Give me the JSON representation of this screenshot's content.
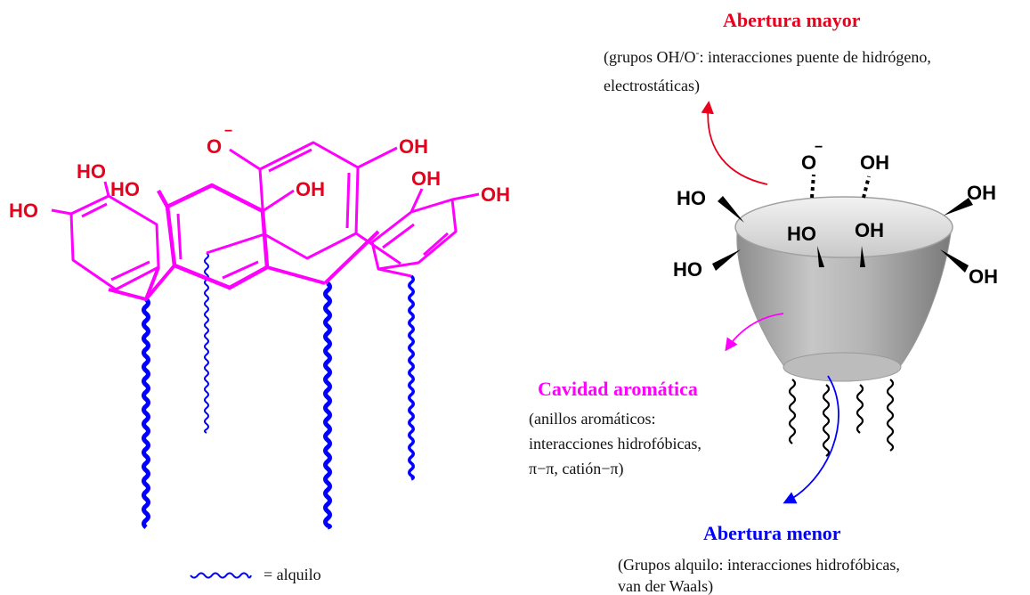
{
  "colors": {
    "magenta": "#ff00ff",
    "red": "#e8001c",
    "blue": "#0000ff",
    "black": "#000000",
    "cup": "#a9a9a9"
  },
  "left_molecule": {
    "labels": {
      "o_minus": "O",
      "minus": "−",
      "oh_top_right": "OH",
      "ho_upper_left_a": "HO",
      "ho_upper_left_b": "HO",
      "oh_center": "OH",
      "oh_right_a": "OH",
      "oh_right_b": "OH",
      "ho_far_left": "HO"
    },
    "legend": {
      "label": "= alquilo"
    }
  },
  "cup_model": {
    "labels": {
      "o_minus": "O",
      "minus": "−",
      "oh_top": "OH",
      "ho_left_upper": "HO",
      "oh_right_upper": "OH",
      "ho_inner_left": "HO",
      "oh_inner_right": "OH",
      "ho_left_lower": "HO",
      "oh_right_lower": "OH"
    }
  },
  "annotations": {
    "upper_rim": {
      "title": "Abertura mayor",
      "line1_prefix": "(grupos OH/O",
      "line1_sup": "-",
      "line1_suffix": ": interacciones puente de hidrógeno,",
      "line2": "electrostáticas)"
    },
    "cavity": {
      "title": "Cavidad aromática",
      "line1": "(anillos aromáticos:",
      "line2": "interacciones hidrofóbicas,",
      "line3": "π−π, catión−π)"
    },
    "lower_rim": {
      "title": "Abertura menor",
      "line1": "(Grupos alquilo: interacciones hidrofóbicas,",
      "line2": "van der Waals)"
    }
  }
}
